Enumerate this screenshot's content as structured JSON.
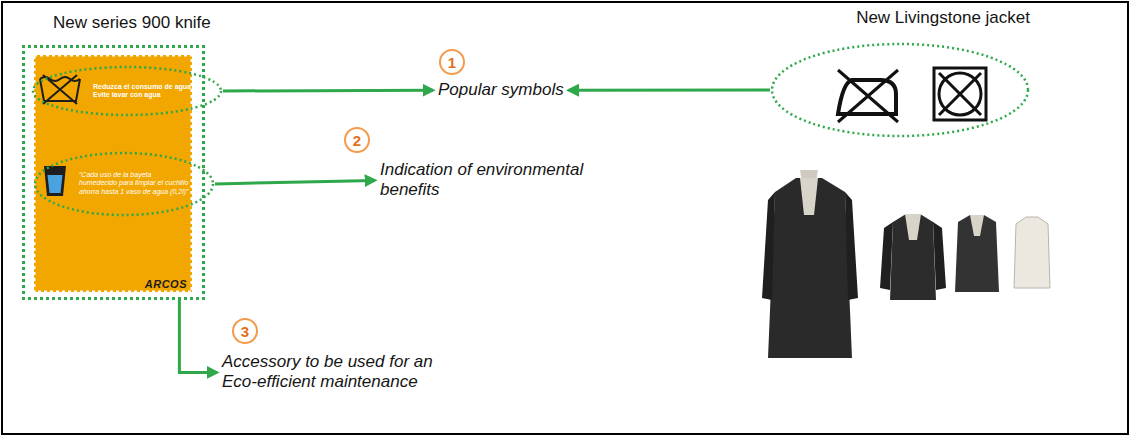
{
  "diagram": {
    "nodes": [
      {
        "text": [
          "New series 900 knife"
        ]
      },
      {
        "text": [
          "ARCOS"
        ],
        "in": 0
      },
      {
        "text": [
          "Reduzca el consumo de agua Evite lavar con agua"
        ],
        "in": 1
      },
      {
        "text": [
          "“Cada uso de la bayeta humedecido para limpiar el cuchillo ahorra hasta 1 vaso de agua (0,2l)”"
        ],
        "in": 1
      },
      {
        "text": [
          "1"
        ]
      },
      {
        "text": [
          "Popular symbols"
        ]
      },
      {
        "text": [
          "New Livingstone jacket"
        ]
      },
      {
        "text": [
          "2"
        ]
      },
      {
        "text": [
          "Indication of environmental benefits"
        ]
      },
      {
        "text": [
          "3"
        ]
      },
      {
        "text": [
          "Accessory to be used for an Eco-efficient maintenance"
        ]
      }
    ],
    "edges": [
      {
        "from": 2,
        "to": 5,
        "arrow": "to"
      },
      {
        "from": 6,
        "to": 5,
        "arrow": "to"
      },
      {
        "from": 3,
        "to": 8,
        "arrow": "to"
      },
      {
        "from": 0,
        "to": 10,
        "arrow": "to"
      }
    ]
  }
}
